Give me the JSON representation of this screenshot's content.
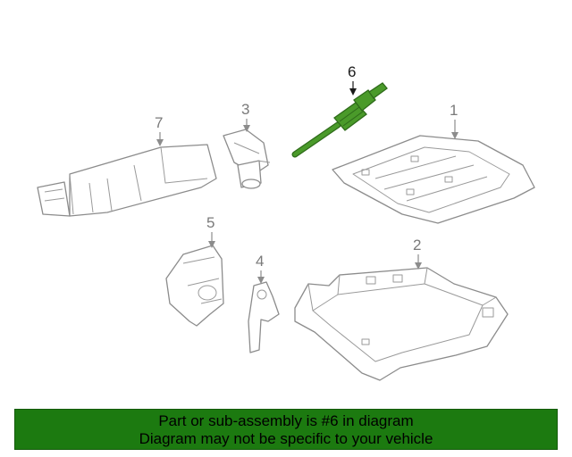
{
  "diagram": {
    "callouts": [
      {
        "id": "1",
        "label": "1"
      },
      {
        "id": "2",
        "label": "2"
      },
      {
        "id": "3",
        "label": "3"
      },
      {
        "id": "4",
        "label": "4"
      },
      {
        "id": "5",
        "label": "5"
      },
      {
        "id": "6",
        "label": "6"
      },
      {
        "id": "7",
        "label": "7"
      }
    ],
    "highlight_part": "6",
    "colors": {
      "highlight": "#4a9a2a",
      "outline": "#8c8c8c",
      "banner": "#1c7a10"
    }
  },
  "banner": {
    "line1": "Part or sub-assembly is #6 in diagram",
    "line2": "Diagram may not be specific to your vehicle"
  }
}
